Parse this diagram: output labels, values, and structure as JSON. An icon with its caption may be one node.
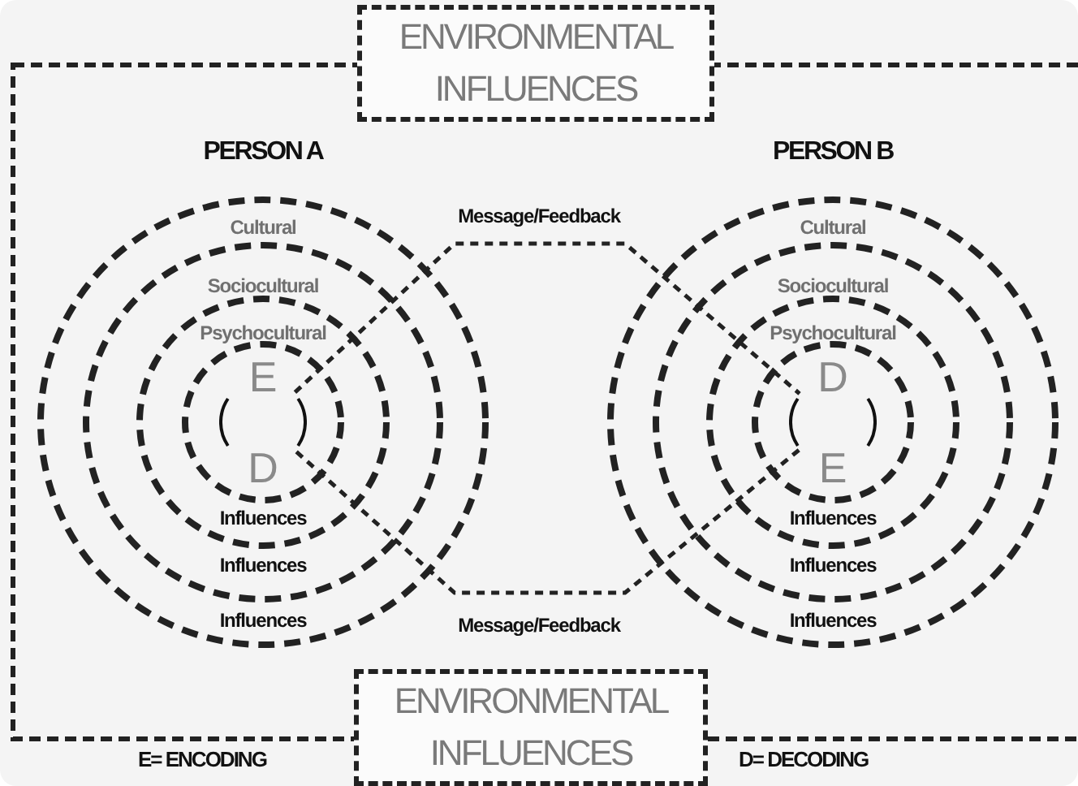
{
  "diagram": {
    "nodes": [
      {
        "text": [
          "ENVIRONMENTAL INFLUENCES"
        ]
      },
      {
        "text": [
          "PERSON A",
          "Cultural",
          "Influences"
        ]
      },
      {
        "text": [
          "Sociocultural",
          "Influences"
        ],
        "in": 1
      },
      {
        "text": [
          "Psychocultural",
          "Influences"
        ],
        "in": 2
      },
      {
        "text": [],
        "shape": "circle",
        "in": 3
      },
      {
        "text": [
          "E",
          "D"
        ],
        "in": 4
      },
      {
        "text": [
          "PERSON B",
          "Cultural",
          "Influences"
        ]
      },
      {
        "text": [
          "Sociocultural",
          "Influences"
        ],
        "in": 6
      },
      {
        "text": [
          "Psychocultural",
          "Influences"
        ],
        "in": 7
      },
      {
        "text": [],
        "shape": "circle",
        "in": 8
      },
      {
        "text": [
          "D",
          "E"
        ],
        "in": 9
      },
      {
        "text": [
          "ENVIRONMENTAL INFLUENCES"
        ]
      }
    ],
    "edges": [
      {
        "from": 5,
        "to": 10,
        "arrow": "none",
        "label": "Message/Feedback",
        "style": "dashed"
      },
      {
        "from": 10,
        "to": 5,
        "arrow": "none",
        "label": "Message/Feedback",
        "style": "dashed"
      }
    ],
    "labels": [
      "E= ENCODING",
      "D= DECODING"
    ]
  }
}
